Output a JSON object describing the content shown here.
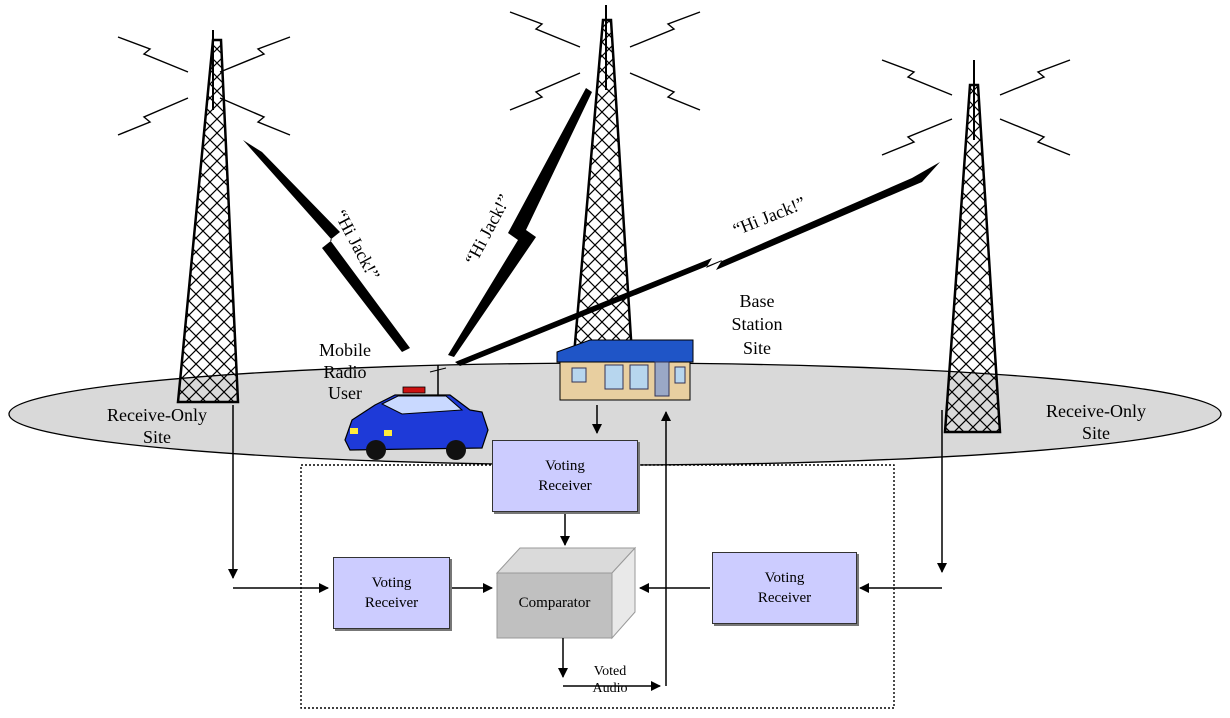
{
  "labels": {
    "receive_only_left": "Receive-Only\nSite",
    "receive_only_right": "Receive-Only\nSite",
    "mobile_user": "Mobile\nRadio\nUser",
    "base_station": "Base\nStation\nSite",
    "voted_audio": "Voted\nAudio"
  },
  "signals": {
    "left": "“Hi Jack!”",
    "center": "“Hi Jack!”",
    "right": "“Hi Jack!”"
  },
  "boxes": {
    "voting_top_l1": "Voting",
    "voting_top_l2": "Receiver",
    "voting_left_l1": "Voting",
    "voting_left_l2": "Receiver",
    "voting_right_l1": "Voting",
    "voting_right_l2": "Receiver",
    "comparator": "Comparator"
  },
  "colors": {
    "ground": "#d9d9d9",
    "voting_receiver": "#ccccff",
    "comparator_front": "#c0c0c0",
    "police_car": "#1e3ad8",
    "building": "#e8cfa0",
    "roof": "#1f55c7"
  }
}
